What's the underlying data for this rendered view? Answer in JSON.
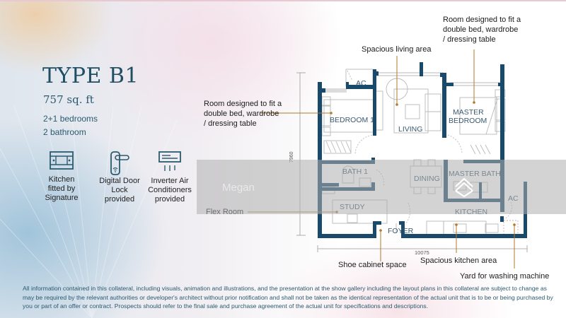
{
  "unit": {
    "title": "TYPE B1",
    "area": "757 sq. ft",
    "bedrooms": "2+1 bedrooms",
    "bathrooms": "2 bathroom"
  },
  "features": [
    {
      "icon": "kitchen-cabinet-icon",
      "label": "Kitchen fitted by Signature",
      "lines": [
        "Kitchen",
        "fitted by",
        "Signature"
      ]
    },
    {
      "icon": "digital-door-lock-icon",
      "label": "Digital Door Lock provided",
      "lines": [
        "Digital Door",
        "Lock",
        "provided"
      ]
    },
    {
      "icon": "air-conditioner-icon",
      "label": "Inverter Air Conditioners provided",
      "lines": [
        "Inverter Air",
        "Conditioners",
        "provided"
      ]
    }
  ],
  "floor_plan": {
    "rooms": {
      "ac_top": "AC",
      "bedroom1": "BEDROOM 1",
      "living": "LIVING",
      "master_bedroom_line1": "MASTER",
      "master_bedroom_line2": "BEDROOM",
      "bath1": "BATH 1",
      "dining": "DINING",
      "master_bath": "MASTER BATH",
      "study": "STUDY",
      "foyer": "FOYER",
      "kitchen": "KITCHEN",
      "ac_yard": "AC"
    },
    "dimensions": {
      "height": "7960",
      "width": "10075"
    },
    "callouts": {
      "bedroom1": [
        "Room designed to fit a",
        "double bed, wardrobe",
        "/ dressing table"
      ],
      "living": "Spacious living area",
      "master_bedroom": [
        "Room designed to fit a",
        "double bed, wardrobe",
        "/ dressing table"
      ],
      "flex_room": "Flex Room",
      "shoe_cabinet": "Shoe cabinet space",
      "kitchen": "Spacious kitchen area",
      "yard": "Yard for washing machine"
    },
    "colors": {
      "wall": "#1a4a6b",
      "callout_line": "#b07a2a",
      "furniture": "#b9b9b9"
    }
  },
  "watermark": {
    "text": "Megan",
    "logo_icon": "stacked-chevron-logo-icon"
  },
  "disclaimer": "All information contained in this collateral, including visuals, animation and illustrations, and the presentation at the show gallery including the layout plans in this collateral are subject to change as may be required by the relevant authorities or developer's architect without prior notification and shall not be taken as the identical representation of the actual unit that is to be or being purchased by you or part of an offer or contract. Prospects should refer to the final sale and purchase agreement of the actual unit for specifications and descriptions."
}
